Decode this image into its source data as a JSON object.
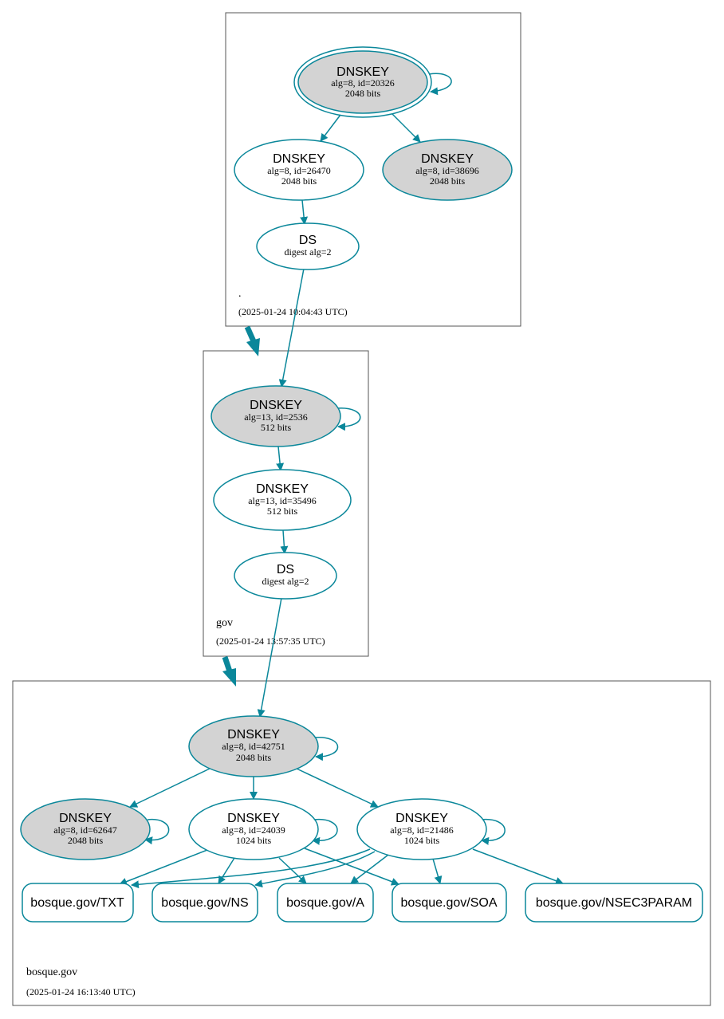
{
  "colors": {
    "edge": "#0a879a",
    "ksk_fill": "#d3d3d3",
    "plain_fill": "#ffffff",
    "zone_border": "#555555"
  },
  "zones": [
    {
      "id": "root",
      "name": ".",
      "timestamp": "(2025-01-24 10:04:43 UTC)"
    },
    {
      "id": "gov",
      "name": "gov",
      "timestamp": "(2025-01-24 13:57:35 UTC)"
    },
    {
      "id": "bosque",
      "name": "bosque.gov",
      "timestamp": "(2025-01-24 16:13:40 UTC)"
    }
  ],
  "nodes": {
    "root_ksk": {
      "type": "DNSKEY",
      "line1": "alg=8, id=20326",
      "line2": "2048 bits"
    },
    "root_zsk1": {
      "type": "DNSKEY",
      "line1": "alg=8, id=26470",
      "line2": "2048 bits"
    },
    "root_zsk2": {
      "type": "DNSKEY",
      "line1": "alg=8, id=38696",
      "line2": "2048 bits"
    },
    "gov_ds": {
      "type": "DS",
      "line1": "digest alg=2"
    },
    "gov_ksk": {
      "type": "DNSKEY",
      "line1": "alg=13, id=2536",
      "line2": "512 bits"
    },
    "gov_zsk": {
      "type": "DNSKEY",
      "line1": "alg=13, id=35496",
      "line2": "512 bits"
    },
    "bosque_ds": {
      "type": "DS",
      "line1": "digest alg=2"
    },
    "bq_ksk": {
      "type": "DNSKEY",
      "line1": "alg=8, id=42751",
      "line2": "2048 bits"
    },
    "bq_k1": {
      "type": "DNSKEY",
      "line1": "alg=8, id=62647",
      "line2": "2048 bits"
    },
    "bq_k2": {
      "type": "DNSKEY",
      "line1": "alg=8, id=24039",
      "line2": "1024 bits"
    },
    "bq_k3": {
      "type": "DNSKEY",
      "line1": "alg=8, id=21486",
      "line2": "1024 bits"
    }
  },
  "rrsets": [
    {
      "id": "rr_txt",
      "label": "bosque.gov/TXT"
    },
    {
      "id": "rr_ns",
      "label": "bosque.gov/NS"
    },
    {
      "id": "rr_a",
      "label": "bosque.gov/A"
    },
    {
      "id": "rr_soa",
      "label": "bosque.gov/SOA"
    },
    {
      "id": "rr_nsec3param",
      "label": "bosque.gov/NSEC3PARAM"
    }
  ]
}
